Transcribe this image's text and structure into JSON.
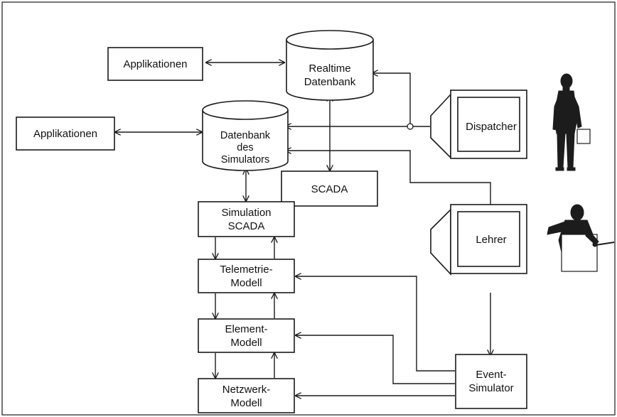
{
  "diagram": {
    "applikationen_top": "Applikationen",
    "applikationen_left": "Applikationen",
    "realtime_db": [
      "Realtime",
      "Datenbank"
    ],
    "simulator_db": [
      "Datenbank",
      "des",
      "Simulators"
    ],
    "scada": "SCADA",
    "simulation_scada": [
      "Simulation",
      "SCADA"
    ],
    "telemetrie": [
      "Telemetrie-",
      "Modell"
    ],
    "element": [
      "Element-",
      "Modell"
    ],
    "netzwerk": [
      "Netzwerk-",
      "Modell"
    ],
    "event_simulator": [
      "Event-",
      "Simulator"
    ],
    "dispatcher": "Dispatcher",
    "lehrer": "Lehrer"
  },
  "colors": {
    "ink": "#1a1a1a",
    "paper": "#ffffff"
  },
  "icons": [
    "standing-person-with-briefcase-icon",
    "teacher-with-pointer-icon"
  ]
}
